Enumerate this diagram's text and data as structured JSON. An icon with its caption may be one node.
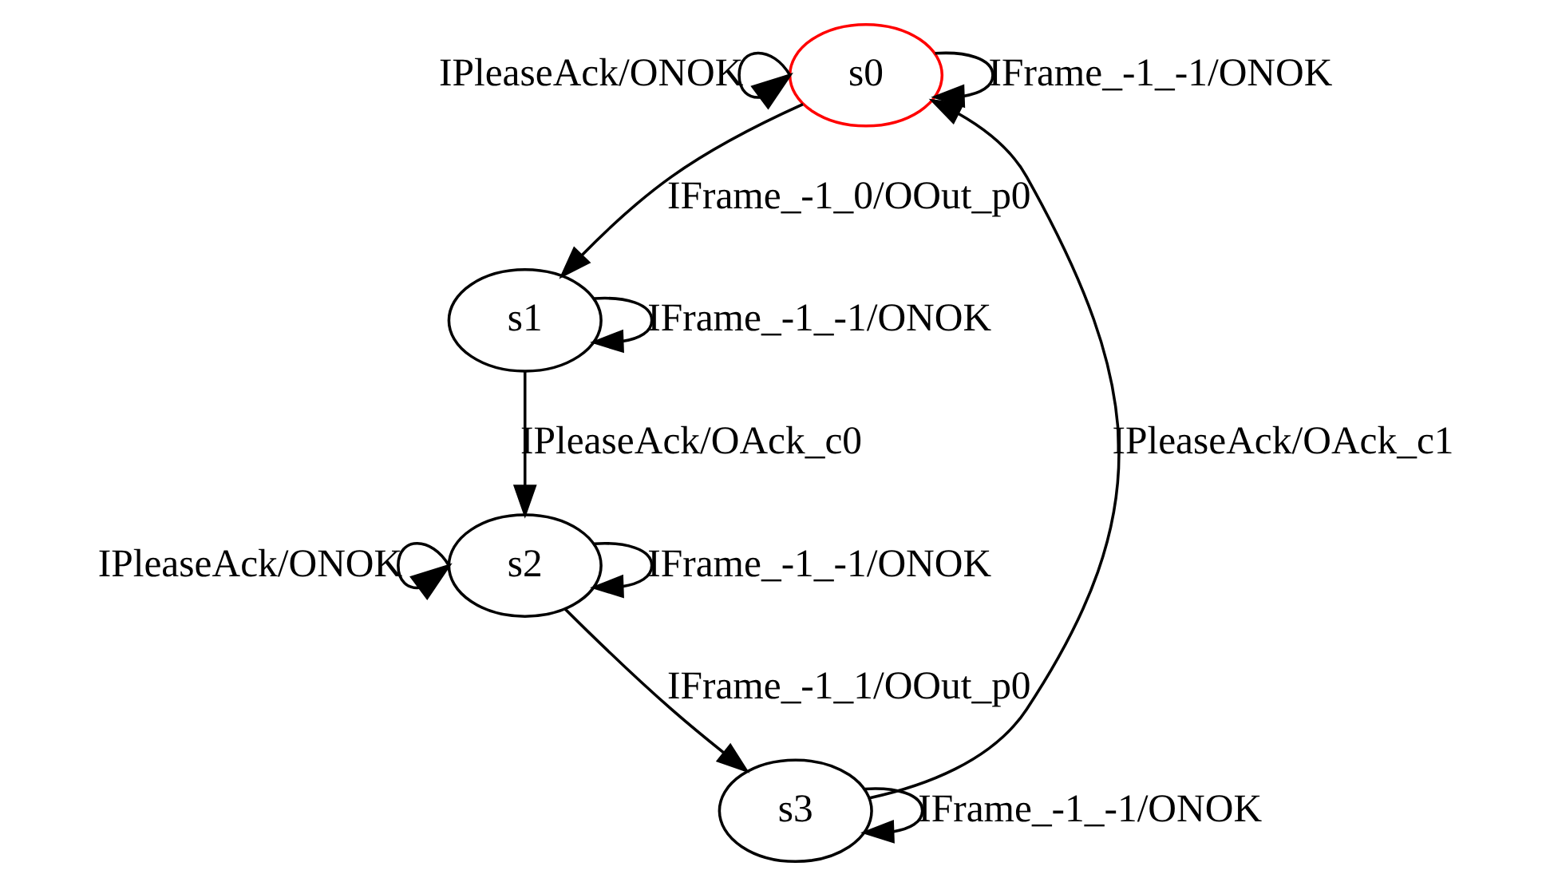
{
  "diagram": {
    "nodes": [
      {
        "text": [
          "s0"
        ]
      },
      {
        "text": [
          "s1"
        ]
      },
      {
        "text": [
          "s2"
        ]
      },
      {
        "text": [
          "s3"
        ]
      }
    ],
    "edges": [
      {
        "from": 0,
        "to": 0,
        "arrow": "to",
        "label": "IFrame_-1_-1/ONOK"
      },
      {
        "from": 0,
        "to": 0,
        "arrow": "to",
        "label": "IPleaseAck/ONOK"
      },
      {
        "from": 0,
        "to": 1,
        "arrow": "to",
        "label": "IFrame_-1_0/OOut_p0"
      },
      {
        "from": 1,
        "to": 1,
        "arrow": "to",
        "label": "IFrame_-1_-1/ONOK"
      },
      {
        "from": 1,
        "to": 2,
        "arrow": "to",
        "label": "IPleaseAck/OAck_c0"
      },
      {
        "from": 2,
        "to": 2,
        "arrow": "to",
        "label": "IFrame_-1_-1/ONOK"
      },
      {
        "from": 2,
        "to": 2,
        "arrow": "to",
        "label": "IPleaseAck/ONOK"
      },
      {
        "from": 2,
        "to": 3,
        "arrow": "to",
        "label": "IFrame_-1_1/OOut_p0"
      },
      {
        "from": 3,
        "to": 3,
        "arrow": "to",
        "label": "IFrame_-1_-1/ONOK"
      },
      {
        "from": 3,
        "to": 0,
        "arrow": "to",
        "label": "IPleaseAck/OAck_c1"
      }
    ]
  }
}
